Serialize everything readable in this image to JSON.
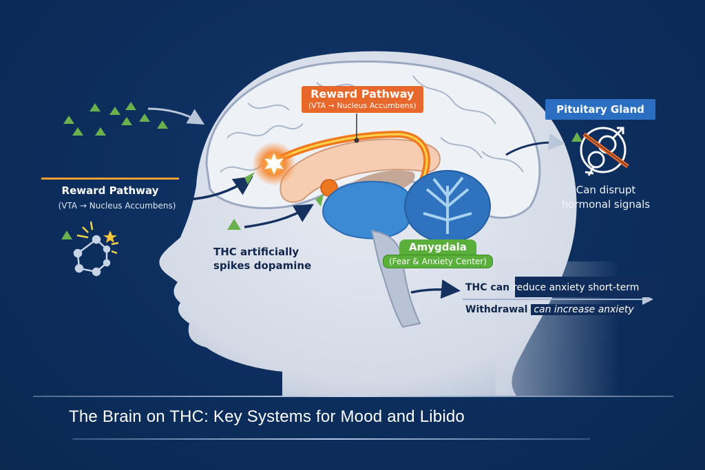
{
  "title": "The Brain on THC: Key Systems for Mood and Libido",
  "labels": {
    "reward_center": {
      "title": "Reward Pathway",
      "subtitle": "(VTA → Nucleus Accumbens)"
    },
    "reward_left": {
      "title": "Reward Pathway",
      "subtitle": "(VTA → Nucleus Accumbens)"
    },
    "pituitary": {
      "title": "Pituitary Gland",
      "note_line1": "Can disrupt",
      "note_line2": "hormonal signals"
    },
    "thc_spike": {
      "line1": "THC artificially",
      "line2": "spikes dopamine"
    },
    "amygdala": {
      "title": "Amygdala",
      "subtitle": "(Fear & Anxiety Center)"
    },
    "anxiety": {
      "line1_a": "THC can ",
      "line1_b": "reduce anxiety short-term",
      "line2_a": "Withdrawal ",
      "line2_b": "can increase anxiety"
    }
  },
  "colors": {
    "background": "#0c2d5c",
    "reward_orange": "#e8672a",
    "pituitary_blue": "#2a6fc2",
    "amygdala_green": "#5aae3a",
    "thc_green": "#6ab04c",
    "head_gray": "#d9dfe9"
  },
  "icons": [
    "thc-molecule-triangles",
    "dopamine-molecule-icon",
    "gender-symbols-crossed-icon",
    "starburst-icon"
  ]
}
